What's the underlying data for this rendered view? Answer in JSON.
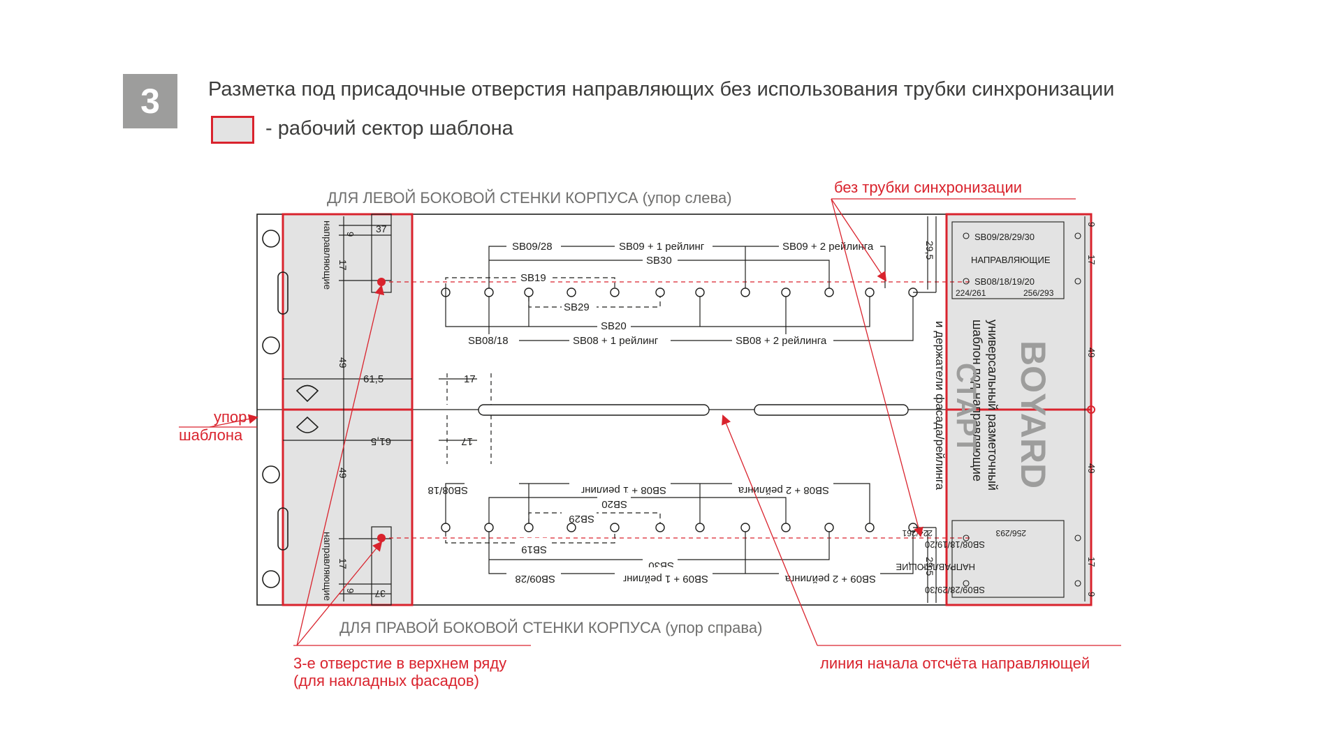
{
  "step": {
    "number": "3"
  },
  "header": {
    "title": "Разметка под присадочные отверстия направляющих без использования трубки синхронизации",
    "legend_text": "- рабочий сектор шаблона"
  },
  "colors": {
    "accent_red": "#d9232d",
    "sector_fill": "#e3e3e3",
    "line": "#1d1d1b",
    "badge": "#9d9d9c"
  },
  "labels": {
    "left_wall": "ДЛЯ ЛЕВОЙ БОКОВОЙ СТЕНКИ КОРПУСА (упор слева)",
    "right_wall": "ДЛЯ ПРАВОЙ БОКОВОЙ СТЕНКИ КОРПУСА (упор справа)",
    "no_tube": "без трубки синхронизации",
    "stop_1": "упор",
    "stop_2": "шаблона",
    "third_hole_1": "3-е отверстие в верхнем ряду",
    "third_hole_2": "(для накладных фасадов)",
    "origin_line": "линия начала отсчёта направляющей",
    "facade_holders": "и держатели фасада/рейлинга"
  },
  "dims": {
    "d9": "9",
    "d37": "37",
    "d17": "17",
    "d49": "49",
    "d61_5": "61,5",
    "d29_5": "29,5",
    "guides": "направляющие"
  },
  "rows": {
    "top_1": [
      "SB09/28",
      "SB09 + 1 рейлинг",
      "SB09 + 2 рейлинга"
    ],
    "top_2": "SB30",
    "top_3": "SB19",
    "top_4": "SB29",
    "bottom_1": "SB20",
    "bottom_2": [
      "SB08/18",
      "SB08 + 1 рейлинг",
      "SB08 + 2 рейлинга"
    ]
  },
  "panel": {
    "top_box_title": "SB09/28/29/30",
    "top_box_label": "НАПРАВЛЯЮЩИЕ",
    "top_box_sub": "SB08/18/19/20",
    "top_box_left": "224/261",
    "top_box_right": "256/293",
    "brand": "BOYARD",
    "line_1": "универсальный разметочный",
    "line_2": "шаблон под направляющие",
    "product": "СТАРТ"
  }
}
